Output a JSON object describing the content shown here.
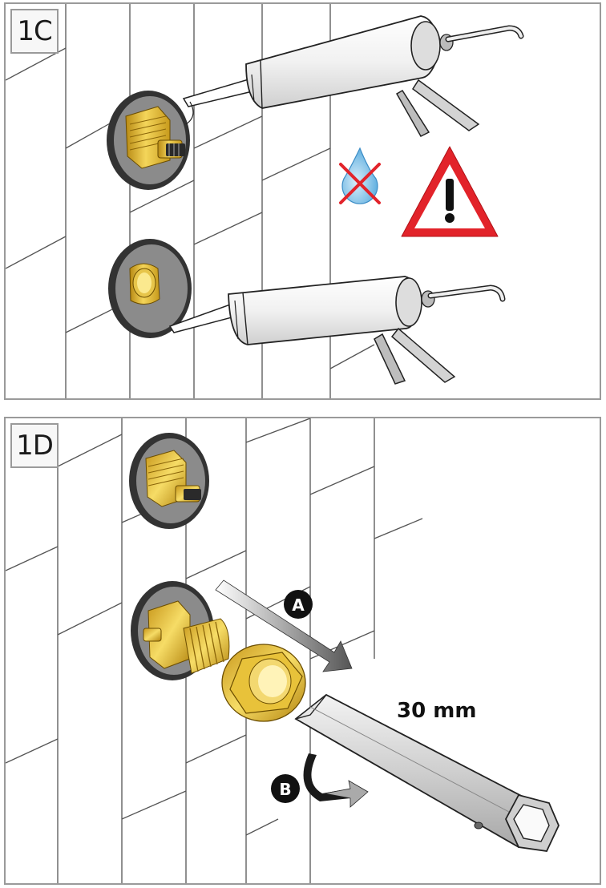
{
  "panel_c": {
    "label": "1C"
  },
  "panel_d": {
    "label": "1D",
    "callout_a": "A",
    "callout_b": "B",
    "socket_size": "30 mm"
  },
  "icons": {
    "warning": "warning-triangle-icon",
    "no_water": "no-water-icon"
  },
  "colors": {
    "brass": "#e8c23a",
    "warning_red": "#e2232a",
    "water_blue": "#6fb7e3",
    "cross_red": "#e2232a"
  }
}
